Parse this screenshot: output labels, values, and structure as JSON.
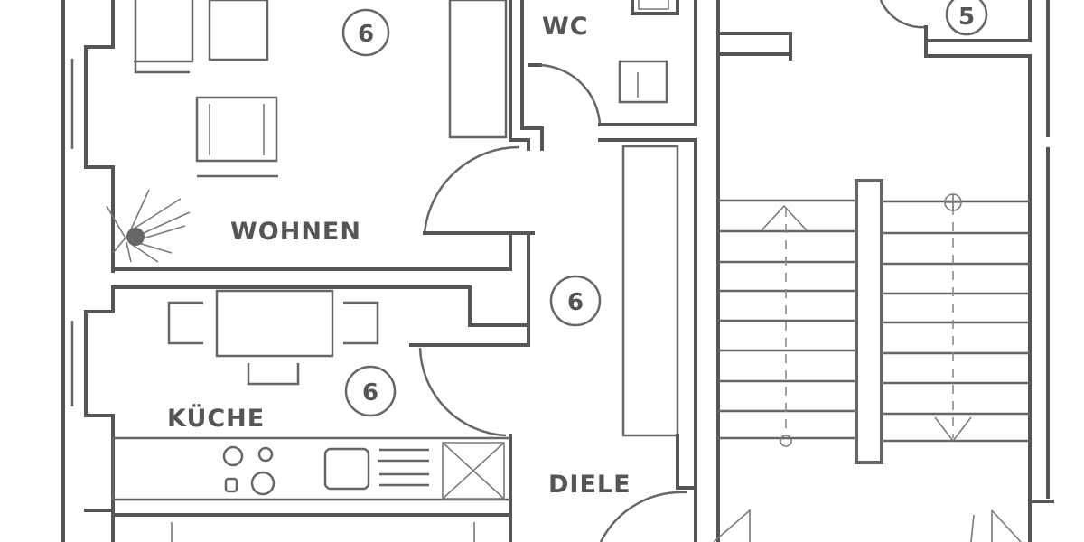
{
  "rooms": {
    "wohnen": {
      "label": "WOHNEN",
      "number": "6"
    },
    "wc": {
      "label": "WC"
    },
    "kueche": {
      "label": "KÜCHE",
      "number": "6"
    },
    "diele": {
      "label": "DIELE",
      "number": "6"
    },
    "top_room": {
      "number": "6"
    },
    "adjacent_room": {
      "number": "5"
    }
  },
  "colors": {
    "line": "#555555",
    "background": "#ffffff"
  }
}
